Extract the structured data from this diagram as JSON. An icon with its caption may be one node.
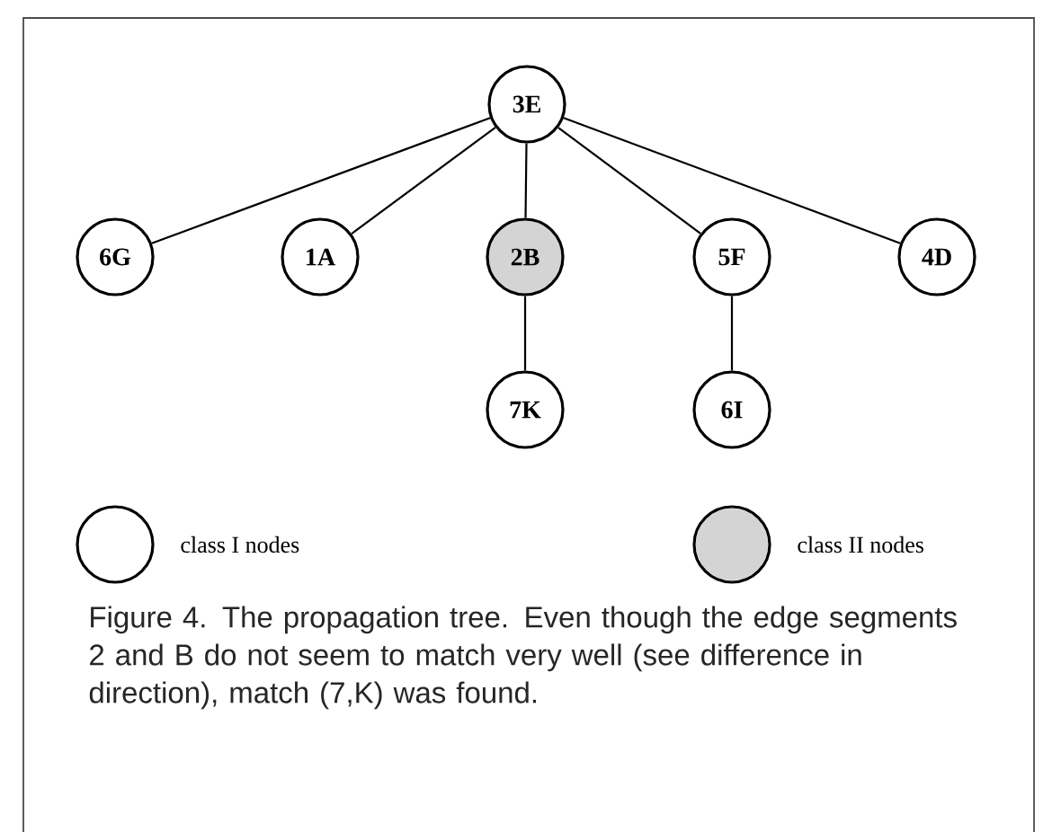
{
  "diagram": {
    "caption": "Figure 4. The propagation tree. Even though the edge segments 2 and B do not seem to match very well (see difference in direction), match (7,K) was found.",
    "nodes": [
      {
        "text": [
          "3E"
        ]
      },
      {
        "text": [
          "6G"
        ]
      },
      {
        "text": [
          "1A"
        ]
      },
      {
        "text": [
          "2B"
        ]
      },
      {
        "text": [
          "5F"
        ]
      },
      {
        "text": [
          "4D"
        ]
      },
      {
        "text": [
          "7K"
        ]
      },
      {
        "text": [
          "6I"
        ]
      }
    ],
    "edges": [
      {
        "from": 0,
        "to": 1,
        "arrow": "none"
      },
      {
        "from": 0,
        "to": 2,
        "arrow": "none"
      },
      {
        "from": 0,
        "to": 3,
        "arrow": "none"
      },
      {
        "from": 0,
        "to": 4,
        "arrow": "none"
      },
      {
        "from": 0,
        "to": 5,
        "arrow": "none"
      },
      {
        "from": 3,
        "to": 6,
        "arrow": "none"
      },
      {
        "from": 4,
        "to": 7,
        "arrow": "none"
      }
    ],
    "legend": [
      {
        "text": "class I nodes"
      },
      {
        "text": "class II nodes",
        "color": "#d4d4d4"
      }
    ]
  }
}
